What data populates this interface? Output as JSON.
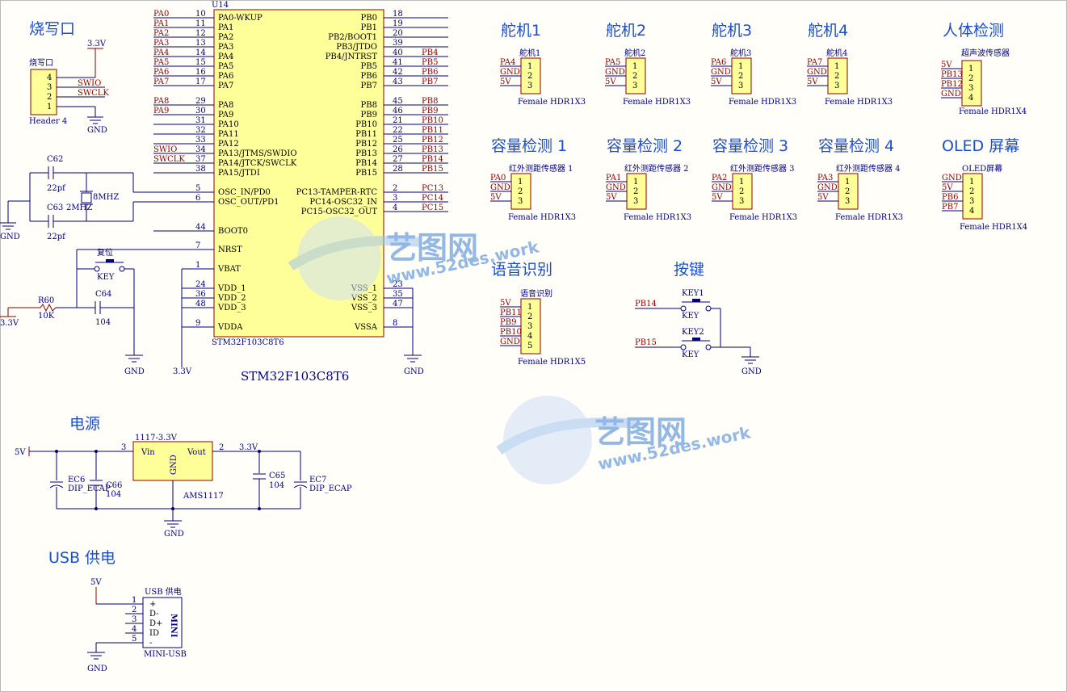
{
  "sections": {
    "burn": "烧写口",
    "power": "电源",
    "usb": "USB 供电",
    "servo1": "舵机1",
    "servo2": "舵机2",
    "servo3": "舵机3",
    "servo4": "舵机4",
    "human": "人体检测",
    "cap1": "容量检测 1",
    "cap2": "容量检测 2",
    "cap3": "容量检测 3",
    "cap4": "容量检测 4",
    "oled": "OLED 屏幕",
    "voice": "语音识别",
    "keys": "按键"
  },
  "mcu": {
    "ref": "U14",
    "part": "STM32F103C8T6",
    "caption": "STM32F103C8T6",
    "left_pins": [
      {
        "num": "10",
        "name": "PA0-WKUP",
        "net": "PA0"
      },
      {
        "num": "11",
        "name": "PA1",
        "net": "PA1"
      },
      {
        "num": "12",
        "name": "PA2",
        "net": "PA2"
      },
      {
        "num": "13",
        "name": "PA3",
        "net": "PA3"
      },
      {
        "num": "14",
        "name": "PA4",
        "net": "PA4"
      },
      {
        "num": "15",
        "name": "PA5",
        "net": "PA5"
      },
      {
        "num": "16",
        "name": "PA6",
        "net": "PA6"
      },
      {
        "num": "17",
        "name": "PA7",
        "net": "PA7"
      },
      {
        "num": "29",
        "name": "PA8",
        "net": "PA8"
      },
      {
        "num": "30",
        "name": "PA9",
        "net": "PA9"
      },
      {
        "num": "31",
        "name": "PA10",
        "net": ""
      },
      {
        "num": "32",
        "name": "PA11",
        "net": ""
      },
      {
        "num": "33",
        "name": "PA12",
        "net": ""
      },
      {
        "num": "34",
        "name": "PA13/JTMS/SWDIO",
        "net": "SWIO"
      },
      {
        "num": "37",
        "name": "PA14/JTCK/SWCLK",
        "net": "SWCLK"
      },
      {
        "num": "38",
        "name": "PA15/JTDI",
        "net": ""
      },
      {
        "num": "5",
        "name": "OSC_IN/PD0",
        "net": ""
      },
      {
        "num": "6",
        "name": "OSC_OUT/PD1",
        "net": ""
      },
      {
        "num": "44",
        "name": "BOOT0",
        "net": ""
      },
      {
        "num": "7",
        "name": "NRST",
        "net": ""
      },
      {
        "num": "1",
        "name": "VBAT",
        "net": ""
      },
      {
        "num": "24",
        "name": "VDD_1",
        "net": ""
      },
      {
        "num": "36",
        "name": "VDD_2",
        "net": ""
      },
      {
        "num": "48",
        "name": "VDD_3",
        "net": ""
      },
      {
        "num": "9",
        "name": "VDDA",
        "net": ""
      }
    ],
    "right_pins": [
      {
        "num": "18",
        "name": "PB0",
        "net": ""
      },
      {
        "num": "19",
        "name": "PB1",
        "net": ""
      },
      {
        "num": "20",
        "name": "PB2/BOOT1",
        "net": ""
      },
      {
        "num": "39",
        "name": "PB3/JTDO",
        "net": ""
      },
      {
        "num": "40",
        "name": "PB4/JNTRST",
        "net": "PB4"
      },
      {
        "num": "41",
        "name": "PB5",
        "net": "PB5"
      },
      {
        "num": "42",
        "name": "PB6",
        "net": "PB6"
      },
      {
        "num": "43",
        "name": "PB7",
        "net": "PB7"
      },
      {
        "num": "45",
        "name": "PB8",
        "net": "PB8"
      },
      {
        "num": "46",
        "name": "PB9",
        "net": "PB9"
      },
      {
        "num": "21",
        "name": "PB10",
        "net": "PB10"
      },
      {
        "num": "22",
        "name": "PB11",
        "net": "PB11"
      },
      {
        "num": "25",
        "name": "PB12",
        "net": "PB12"
      },
      {
        "num": "26",
        "name": "PB13",
        "net": "PB13"
      },
      {
        "num": "27",
        "name": "PB14",
        "net": "PB14"
      },
      {
        "num": "28",
        "name": "PB15",
        "net": "PB15"
      },
      {
        "num": "2",
        "name": "PC13-TAMPER-RTC",
        "net": "PC13"
      },
      {
        "num": "3",
        "name": "PC14-OSC32_IN",
        "net": "PC14"
      },
      {
        "num": "4",
        "name": "PC15-OSC32_OUT",
        "net": "PC15"
      },
      {
        "num": "23",
        "name": "VSS_1",
        "net": ""
      },
      {
        "num": "35",
        "name": "VSS_2",
        "net": ""
      },
      {
        "num": "47",
        "name": "VSS_3",
        "net": ""
      },
      {
        "num": "8",
        "name": "VSSA",
        "net": ""
      }
    ]
  },
  "burn_header": {
    "label": "烧写口",
    "part": "Header 4",
    "pins": [
      "4",
      "3",
      "2",
      "1"
    ],
    "nets": [
      "",
      "SWIO",
      "SWCLK",
      ""
    ]
  },
  "crystal": {
    "c1": "C62",
    "c1v": "22pf",
    "c2": "C63",
    "c2v": "22pf",
    "xtal": "8MHZ",
    "xtal2": "2MHZ"
  },
  "reset": {
    "sw": "复位",
    "key": "KEY",
    "r": "R60",
    "rv": "10K",
    "c": "C64",
    "cv": "104"
  },
  "nets": {
    "v33": "3.3V",
    "gnd": "GND",
    "v5": "5V"
  },
  "regulator": {
    "name": "1117-3.3V",
    "vin": "Vin",
    "vout": "Vout",
    "gnd": "GND",
    "part": "AMS1117",
    "pin_in": "3",
    "pin_out": "2",
    "c_ec6": "EC6",
    "c_ec6v": "DIP_ECAP",
    "c66": "C66",
    "c66v": "104",
    "c65": "C65",
    "c65v": "104",
    "ec7": "EC7",
    "ec7v": "DIP_ECAP"
  },
  "usb": {
    "label": "USB 供电",
    "part": "MINI-USB",
    "pins": [
      "1",
      "2",
      "3",
      "4",
      "5"
    ],
    "names": [
      "+",
      "D-",
      "D+",
      "ID",
      "-"
    ],
    "logo": "MINI"
  },
  "servos": [
    {
      "label": "舵机1",
      "nets": [
        "PA4",
        "GND",
        "5V"
      ]
    },
    {
      "label": "舵机2",
      "nets": [
        "PA5",
        "GND",
        "5V"
      ]
    },
    {
      "label": "舵机3",
      "nets": [
        "PA6",
        "GND",
        "5V"
      ]
    },
    {
      "label": "舵机4",
      "nets": [
        "PA7",
        "GND",
        "5V"
      ]
    }
  ],
  "ultrasonic": {
    "label": "超声波传感器",
    "nets": [
      "5V",
      "PB13",
      "PB12",
      "GND"
    ],
    "part": "Female HDR1X4"
  },
  "ir": [
    {
      "label": "红外测距传感器 1",
      "nets": [
        "PA0",
        "GND",
        "5V"
      ]
    },
    {
      "label": "红外测距传感器 2",
      "nets": [
        "PA1",
        "GND",
        "5V"
      ]
    },
    {
      "label": "红外测距传感器 3",
      "nets": [
        "PA2",
        "GND",
        "5V"
      ]
    },
    {
      "label": "红外测距传感器 4",
      "nets": [
        "PA3",
        "GND",
        "5V"
      ]
    }
  ],
  "oled_hdr": {
    "label": "OLED屏幕",
    "nets": [
      "GND",
      "5V",
      "PB6",
      "PB7"
    ],
    "part": "Female HDR1X4"
  },
  "voice_hdr": {
    "label": "语音识别",
    "nets": [
      "5V",
      "PB11",
      "PB9",
      "PB10",
      "GND"
    ],
    "part": "Female HDR1X5"
  },
  "keys": {
    "k1": "KEY1",
    "k2": "KEY2",
    "key": "KEY",
    "n1": "PB14",
    "n2": "PB15"
  },
  "hdr3": "Female HDR1X3",
  "watermark": {
    "brand": "艺图网",
    "url": "www.52des.work"
  }
}
